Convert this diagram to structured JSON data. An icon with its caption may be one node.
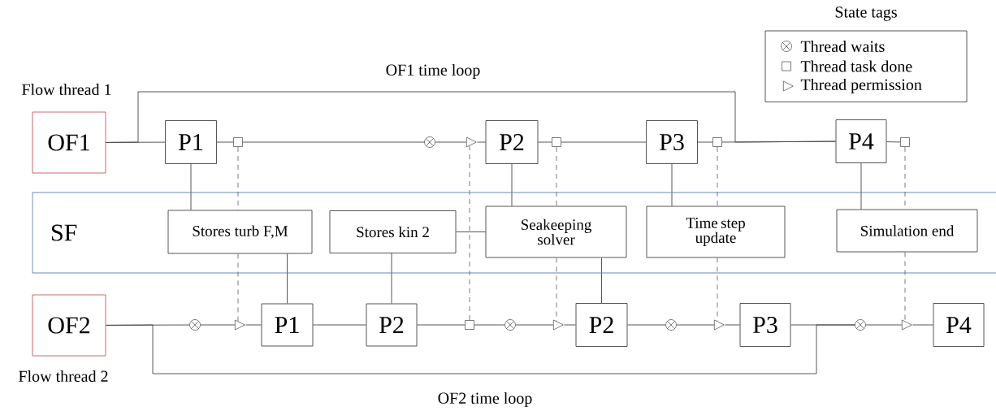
{
  "diagram": {
    "nodes": [
      {
        "text": [
          "OF1"
        ],
        "beside": [
          "Flow thread 1"
        ]
      },
      {
        "text": [
          "P1"
        ]
      },
      {
        "text": [],
        "shape": "box"
      },
      {
        "text": [],
        "shape": "circle"
      },
      {
        "text": [],
        "shape": "triangle"
      },
      {
        "text": [
          "P2"
        ]
      },
      {
        "text": [],
        "shape": "box"
      },
      {
        "text": [
          "P3"
        ]
      },
      {
        "text": [],
        "shape": "box"
      },
      {
        "text": [
          "P4"
        ]
      },
      {
        "text": [],
        "shape": "box"
      },
      {
        "text": [
          "SF"
        ]
      },
      {
        "text": [
          "Stores turb F,M"
        ],
        "in": 11
      },
      {
        "text": [
          "Stores kin 2"
        ],
        "in": 11
      },
      {
        "text": [
          "Seakeeping solver"
        ],
        "in": 11
      },
      {
        "text": [
          "Time step update"
        ],
        "in": 11
      },
      {
        "text": [
          "Simulation end"
        ],
        "in": 11
      },
      {
        "text": [
          "OF2"
        ],
        "beside": [
          "Flow thread 2"
        ]
      },
      {
        "text": [],
        "shape": "circle"
      },
      {
        "text": [],
        "shape": "triangle"
      },
      {
        "text": [
          "P1"
        ]
      },
      {
        "text": [
          "P2"
        ]
      },
      {
        "text": [],
        "shape": "box"
      },
      {
        "text": [],
        "shape": "circle"
      },
      {
        "text": [],
        "shape": "triangle"
      },
      {
        "text": [
          "P2"
        ]
      },
      {
        "text": [],
        "shape": "circle"
      },
      {
        "text": [],
        "shape": "triangle"
      },
      {
        "text": [
          "P3"
        ]
      },
      {
        "text": [],
        "shape": "circle"
      },
      {
        "text": [],
        "shape": "triangle"
      },
      {
        "text": [
          "P4"
        ]
      }
    ],
    "edges": [
      {
        "from": 0,
        "to": 1,
        "arrow": "none"
      },
      {
        "from": 1,
        "to": 2,
        "arrow": "none"
      },
      {
        "from": 2,
        "to": 3,
        "arrow": "none"
      },
      {
        "from": 3,
        "to": 4,
        "arrow": "none"
      },
      {
        "from": 4,
        "to": 5,
        "arrow": "none"
      },
      {
        "from": 5,
        "to": 6,
        "arrow": "none"
      },
      {
        "from": 6,
        "to": 7,
        "arrow": "none"
      },
      {
        "from": 7,
        "to": 8,
        "arrow": "none"
      },
      {
        "from": 8,
        "to": 9,
        "arrow": "none"
      },
      {
        "from": 9,
        "to": 10,
        "arrow": "none"
      },
      {
        "from": 0,
        "to": 9,
        "arrow": "none",
        "label": "OF1 time loop"
      },
      {
        "from": 1,
        "to": 12,
        "arrow": "none"
      },
      {
        "from": 5,
        "to": 14,
        "arrow": "none"
      },
      {
        "from": 7,
        "to": 15,
        "arrow": "none"
      },
      {
        "from": 9,
        "to": 16,
        "arrow": "none"
      },
      {
        "from": 2,
        "to": 12,
        "arrow": "none",
        "style": "dashed"
      },
      {
        "from": 22,
        "to": 4,
        "arrow": "none",
        "style": "dashed"
      },
      {
        "from": 6,
        "to": 14,
        "arrow": "none",
        "style": "dashed"
      },
      {
        "from": 8,
        "to": 15,
        "arrow": "none",
        "style": "dashed"
      },
      {
        "from": 10,
        "to": 16,
        "arrow": "none",
        "style": "dashed"
      },
      {
        "from": 13,
        "to": 14,
        "arrow": "none"
      },
      {
        "from": 12,
        "to": 20,
        "arrow": "none"
      },
      {
        "from": 13,
        "to": 21,
        "arrow": "none"
      },
      {
        "from": 14,
        "to": 25,
        "arrow": "none"
      },
      {
        "from": 17,
        "to": 18,
        "arrow": "none"
      },
      {
        "from": 18,
        "to": 19,
        "arrow": "none"
      },
      {
        "from": 19,
        "to": 20,
        "arrow": "none"
      },
      {
        "from": 20,
        "to": 21,
        "arrow": "none"
      },
      {
        "from": 21,
        "to": 22,
        "arrow": "none"
      },
      {
        "from": 22,
        "to": 23,
        "arrow": "none"
      },
      {
        "from": 23,
        "to": 24,
        "arrow": "none"
      },
      {
        "from": 24,
        "to": 25,
        "arrow": "none"
      },
      {
        "from": 25,
        "to": 26,
        "arrow": "none"
      },
      {
        "from": 26,
        "to": 27,
        "arrow": "none"
      },
      {
        "from": 27,
        "to": 28,
        "arrow": "none"
      },
      {
        "from": 28,
        "to": 29,
        "arrow": "none"
      },
      {
        "from": 29,
        "to": 30,
        "arrow": "none"
      },
      {
        "from": 30,
        "to": 31,
        "arrow": "none"
      },
      {
        "from": 17,
        "to": 29,
        "arrow": "none",
        "label": "OF2 time loop"
      },
      {
        "from": 12,
        "to": 19,
        "arrow": "none",
        "style": "dashed"
      },
      {
        "from": 14,
        "to": 24,
        "arrow": "none",
        "style": "dashed"
      },
      {
        "from": 15,
        "to": 27,
        "arrow": "none",
        "style": "dashed"
      },
      {
        "from": 16,
        "to": 30,
        "arrow": "none",
        "style": "dashed"
      }
    ],
    "labels": [
      "State tags"
    ],
    "legend": [
      {
        "text": "Thread waits"
      },
      {
        "text": "Thread task done"
      },
      {
        "text": "Thread permission"
      }
    ]
  }
}
